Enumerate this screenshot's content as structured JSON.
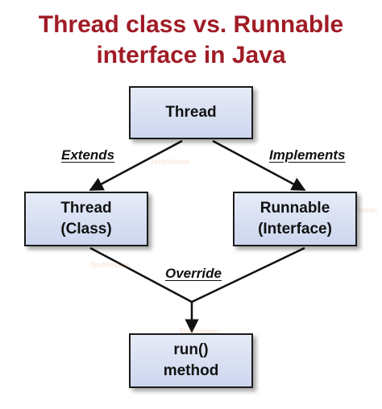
{
  "title": {
    "line1": "Thread class vs. Runnable",
    "line2": "interface in Java"
  },
  "nodes": {
    "thread": {
      "label": "Thread"
    },
    "thread_class": {
      "line1": "Thread",
      "line2": "(Class)"
    },
    "runnable": {
      "line1": "Runnable",
      "line2": "(Interface)"
    },
    "run_method": {
      "line1": "run()",
      "line2": "method"
    }
  },
  "edges": {
    "extends": "Extends",
    "implements": "Implements",
    "override": "Override"
  },
  "watermark": "TechVidvan",
  "colors": {
    "title": "#a01c26",
    "box_fill_top": "#e6ebf7",
    "box_fill_bottom": "#ccd6ee",
    "box_border": "#1b1b1b",
    "line": "#111111"
  }
}
